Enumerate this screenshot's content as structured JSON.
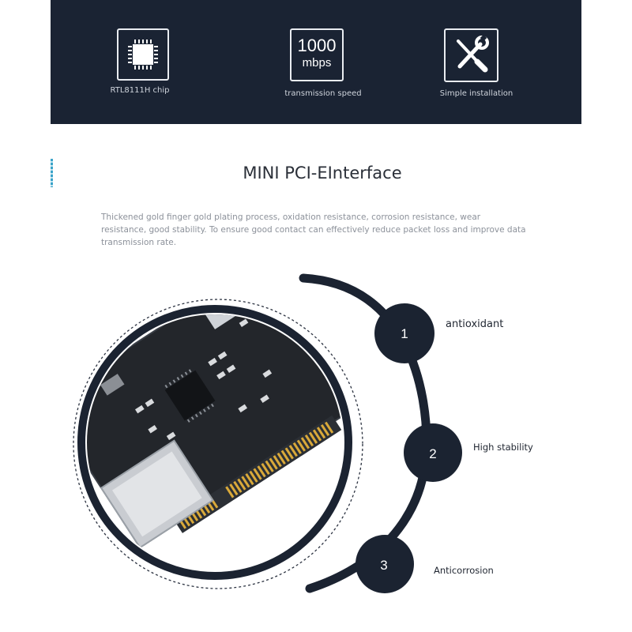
{
  "features": [
    {
      "icon": "chip-icon",
      "caption": "RTL8111H chip"
    },
    {
      "icon": "speed-badge",
      "number": "1000",
      "unit": "mbps",
      "caption": "transmission speed"
    },
    {
      "icon": "tools-icon",
      "caption": "Simple installation"
    }
  ],
  "section": {
    "title": "MINI PCI-EInterface",
    "description": "Thickened gold finger gold plating process, oxidation resistance, corrosion resistance, wear resistance, good stability. To ensure good contact can effectively reduce packet loss and improve data transmission rate."
  },
  "points": [
    {
      "number": "1",
      "label": "antioxidant"
    },
    {
      "number": "2",
      "label": "High stability"
    },
    {
      "number": "3",
      "label": "Anticorrosion"
    }
  ],
  "colors": {
    "band": "#1a2333",
    "accent": "#3aa3c9",
    "node": "#1b2331"
  }
}
